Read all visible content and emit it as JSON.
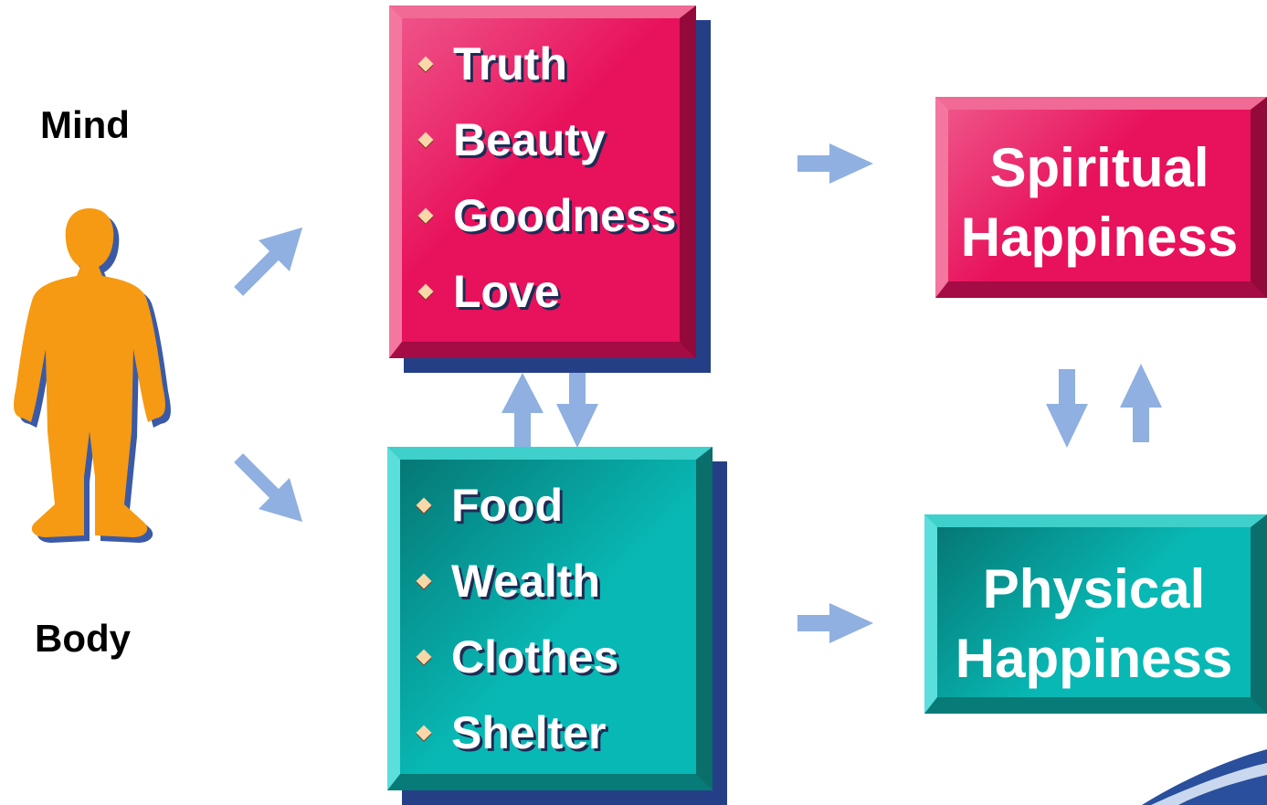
{
  "labels": {
    "mind": "Mind",
    "body": "Body"
  },
  "mind_box": {
    "items": [
      "Truth",
      "Beauty",
      "Goodness",
      "Love"
    ]
  },
  "body_box": {
    "items": [
      "Food",
      "Wealth",
      "Clothes",
      "Shelter"
    ]
  },
  "spiritual_box": {
    "line1": "Spiritual",
    "line2": "Happiness"
  },
  "physical_box": {
    "line1": "Physical",
    "line2": "Happiness"
  },
  "colors": {
    "mind": "#e8115b",
    "body": "#08b8b4",
    "arrow": "#8fb0e0",
    "person": "#f59a12",
    "box_shadow": "#243f86"
  }
}
